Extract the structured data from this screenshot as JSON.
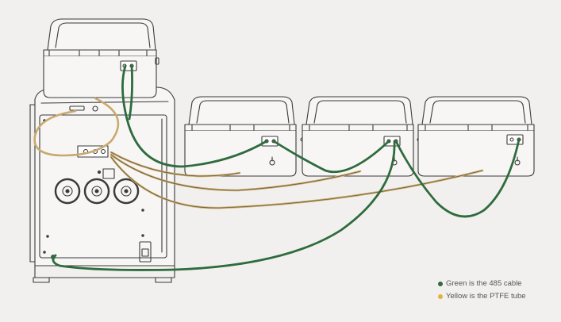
{
  "legend": {
    "items": [
      {
        "label": "Green is the 485 cable",
        "color": "#2e6b3d",
        "icon": "green-dot"
      },
      {
        "label": "Yellow is the PTFE tube",
        "color": "#e2b33c",
        "icon": "yellow-dot"
      }
    ]
  },
  "colors": {
    "background": "#f2f0ee",
    "line_art": "#3a3a3a",
    "cable_485": "#2e6b3d",
    "ptfe_tube": "#c8aa6e",
    "ptfe_dot": "#e2b33c"
  },
  "components": [
    "printer",
    "dryer-unit",
    "feeder-unit-1",
    "feeder-unit-2",
    "feeder-unit-3"
  ]
}
